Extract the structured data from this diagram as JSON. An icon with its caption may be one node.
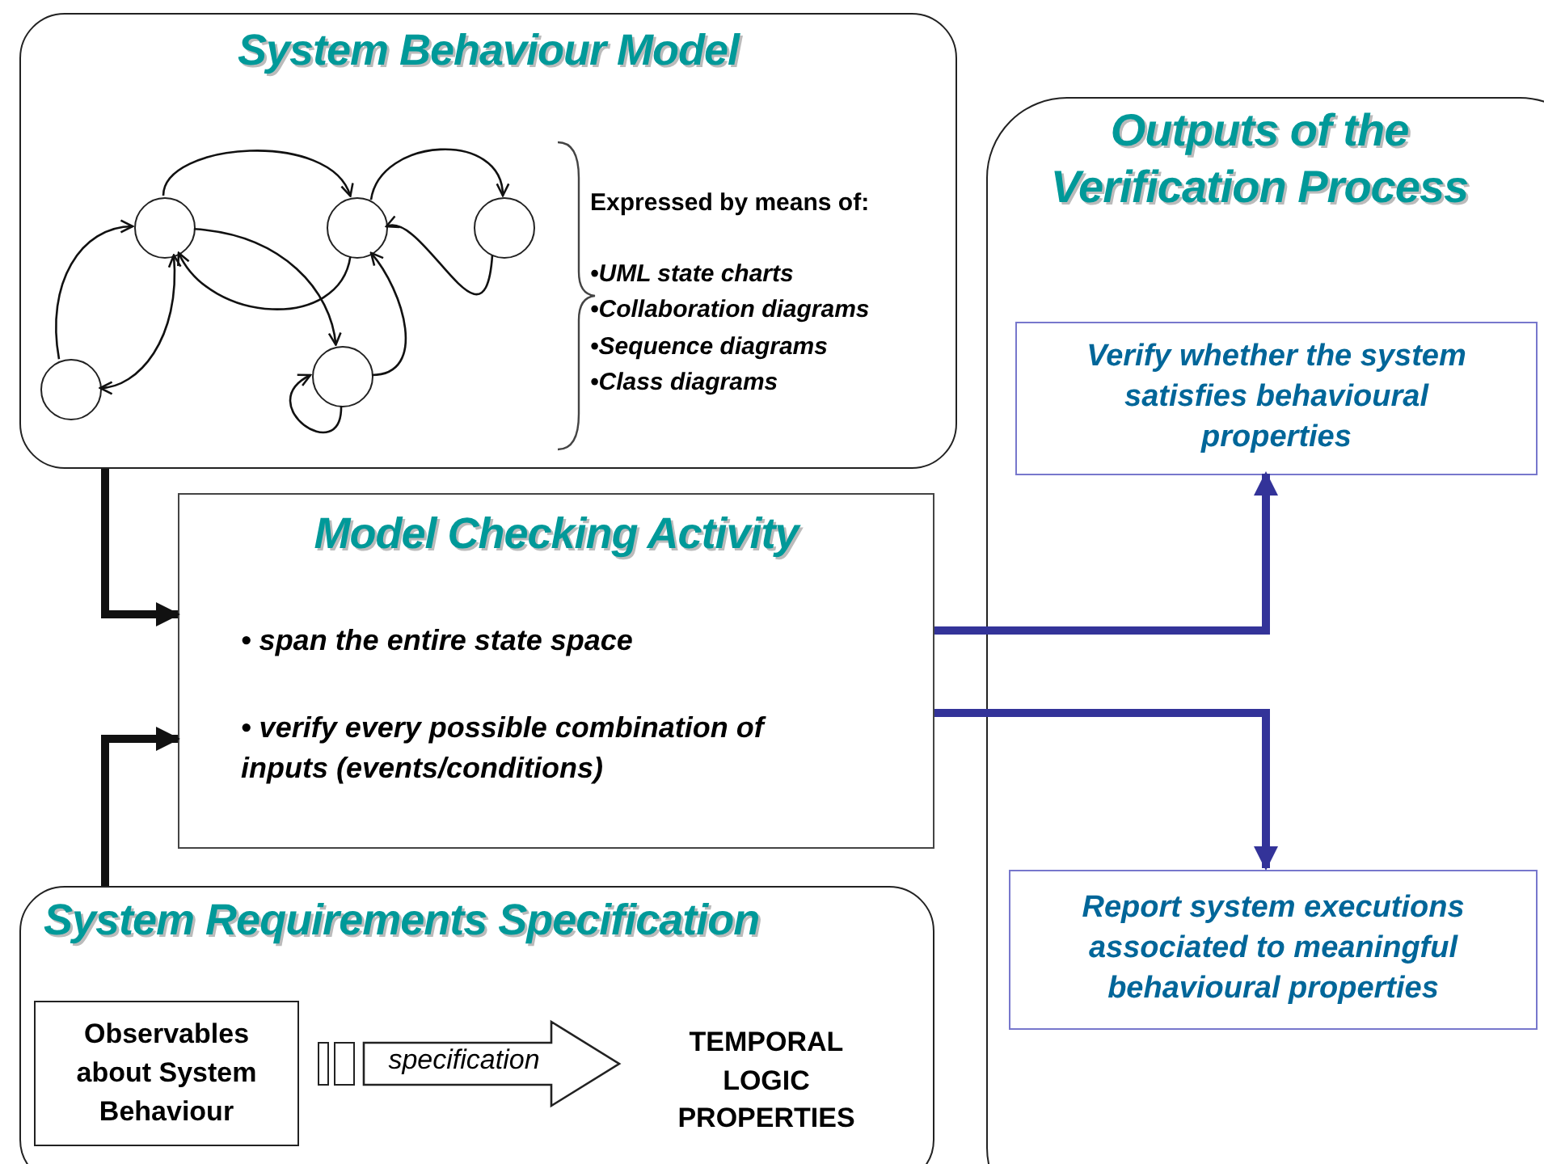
{
  "diagram": {
    "nodes": [
      {
        "text": [
          "System Behaviour Model",
          "Expressed by means of:",
          "•UML state charts",
          "•Collaboration diagrams",
          "•Sequence diagrams",
          "•Class diagrams"
        ]
      },
      {
        "text": [],
        "shape": "circle",
        "in": 0
      },
      {
        "text": [],
        "shape": "circle",
        "in": 0
      },
      {
        "text": [],
        "shape": "circle",
        "in": 0
      },
      {
        "text": [],
        "shape": "circle",
        "in": 0
      },
      {
        "text": [],
        "shape": "circle",
        "in": 0
      },
      {
        "text": [
          "Outputs of the Verification Process"
        ]
      },
      {
        "text": [
          "Verify whether the system satisfies behavioural properties"
        ],
        "in": 6
      },
      {
        "text": [
          "Report system executions associated to meaningful behavioural properties"
        ],
        "in": 6
      },
      {
        "text": [
          "Model Checking Activity",
          "• span the entire state space",
          "• verify every possible combination of inputs  (events/conditions)"
        ]
      },
      {
        "text": [
          "System Requirements Specification"
        ]
      },
      {
        "text": [
          "Observables about System Behaviour"
        ],
        "in": 10
      },
      {
        "text": [
          "TEMPORAL LOGIC PROPERTIES"
        ],
        "in": 10
      }
    ],
    "edges": [
      {
        "from": 1,
        "to": 2,
        "arrow": "to"
      },
      {
        "from": 2,
        "to": 3,
        "arrow": "to"
      },
      {
        "from": 3,
        "to": 2,
        "arrow": "to"
      },
      {
        "from": 1,
        "to": 5,
        "arrow": "to"
      },
      {
        "from": 2,
        "to": 1,
        "arrow": "to"
      },
      {
        "from": 4,
        "to": 1,
        "arrow": "to"
      },
      {
        "from": 1,
        "to": 4,
        "arrow": "both"
      },
      {
        "from": 5,
        "to": 2,
        "arrow": "to"
      },
      {
        "from": 5,
        "to": 5,
        "arrow": "to"
      },
      {
        "from": 0,
        "to": 9,
        "arrow": "to",
        "style": "thick"
      },
      {
        "from": 10,
        "to": 9,
        "arrow": "to",
        "style": "thick"
      },
      {
        "from": 9,
        "to": 7,
        "arrow": "to",
        "style": "thick",
        "color": "#333399"
      },
      {
        "from": 9,
        "to": 8,
        "arrow": "to",
        "style": "thick",
        "color": "#333399"
      },
      {
        "from": 11,
        "to": 12,
        "arrow": "to",
        "label": "specification",
        "style": "thick"
      }
    ]
  }
}
